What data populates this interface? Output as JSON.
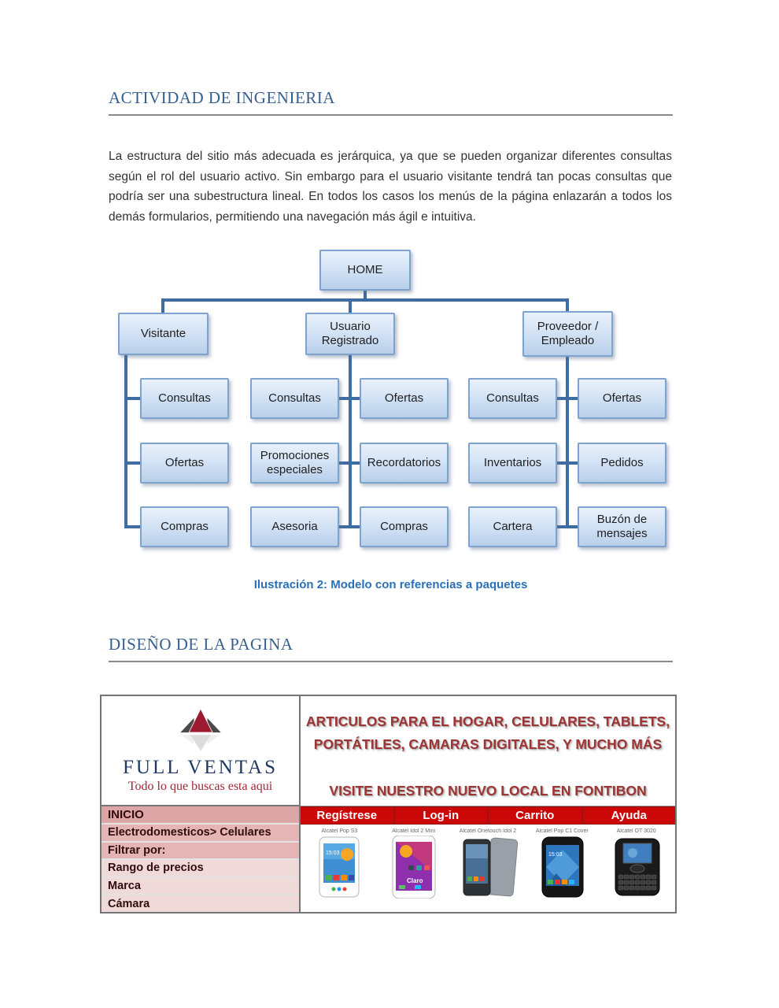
{
  "document": {
    "section1_title": "ACTIVIDAD DE INGENIERIA",
    "intro_paragraph": "La estructura del sitio más adecuada es jerárquica, ya que se pueden organizar diferentes consultas según el rol del usuario activo.  Sin embargo para el usuario visitante tendrá tan pocas consultas que podría ser una subestructura lineal.  En todos los casos los menús de la página enlazarán a todos los demás formularios, permitiendo una navegación más ágil e intuitiva.",
    "figure_caption": "Ilustración 2:  Modelo con referencias a paquetes",
    "section2_title": "DISEÑO DE LA PAGINA"
  },
  "diagram": {
    "root": "HOME",
    "level1": [
      "Visitante",
      "Usuario Registrado",
      "Proveedor / Empleado"
    ],
    "columns": [
      [
        "Consultas",
        "Ofertas",
        "Compras"
      ],
      [
        "Consultas",
        "Promociones especiales",
        "Asesoria"
      ],
      [
        "Ofertas",
        "Recordatorios",
        "Compras"
      ],
      [
        "Consultas",
        "Inventarios",
        "Cartera"
      ],
      [
        "Ofertas",
        "Pedidos",
        "Buzón de mensajes"
      ]
    ],
    "colors": {
      "box_border": "#7FA3CF",
      "box_fill": "#CFE0F4",
      "connector": "#3E6DA3"
    }
  },
  "mockup": {
    "brand": "FULL VENTAS",
    "tagline": "Todo lo que buscas esta aqui",
    "banner_line1": "ARTICULOS PARA EL HOGAR, CELULARES, TABLETS,",
    "banner_line2": "PORTÁTILES, CAMARAS DIGITALES, Y MUCHO MÁS",
    "banner_line3": "VISITE NUESTRO NUEVO LOCAL EN FONTIBON",
    "nav_home": "INICIO",
    "nav_items": [
      "Regístrese",
      "Log-in",
      "Carrito",
      "Ayuda"
    ],
    "sidebar_items": [
      "Electrodomesticos> Celulares",
      "Filtrar por:",
      "Rango de precios",
      "Marca",
      "Cámara"
    ],
    "products": [
      "Alcatel Pop S3",
      "Alcatel Idol 2 Mini",
      "Alcatel Onetouch Idol 2",
      "Alcatel Pop C1 Cover",
      "Alcatel OT 3020"
    ],
    "screen_time": "15:03",
    "screen_brand": "Claro",
    "colors": {
      "nav_red": "#CB0707",
      "banner_text": "#9E3434",
      "sidebar_dark": "#DCA6A6",
      "sidebar_mid": "#E5B5B5",
      "sidebar_light": "#F0D9D9",
      "logo_red": "#9C1B31",
      "brand_navy": "#1F3864"
    }
  }
}
